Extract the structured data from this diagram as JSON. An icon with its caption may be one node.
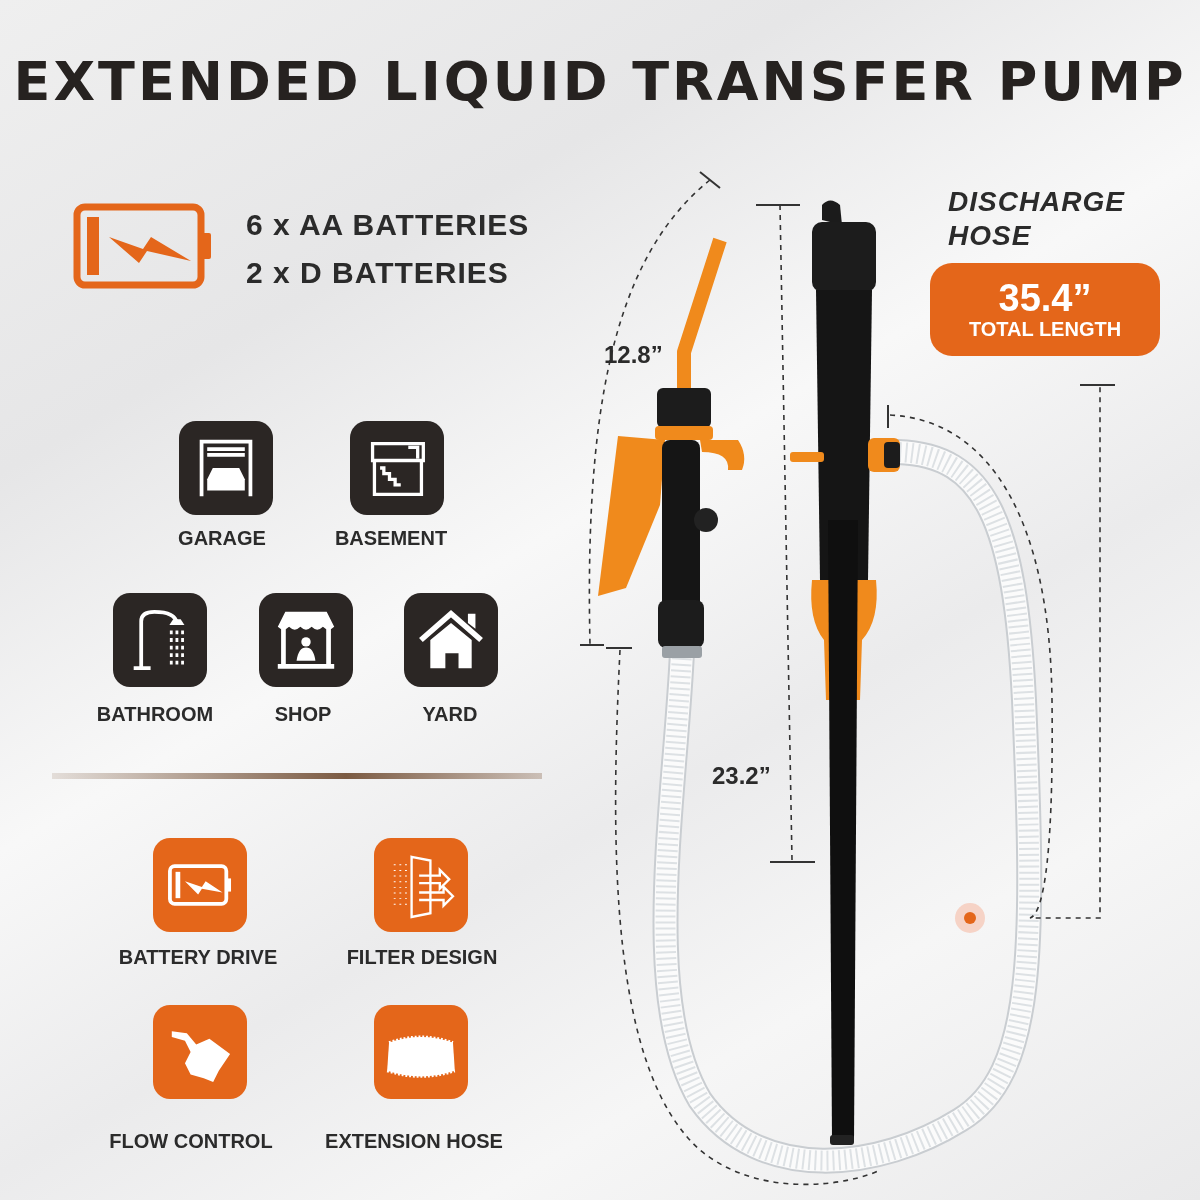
{
  "diagram": {
    "title": "EXTENDED LIQUID TRANSFER PUMP",
    "nodes": [
      {
        "text": [
          "35.4”",
          "TOTAL LENGTH"
        ],
        "beside": [
          "DISCHARGE HOSE"
        ]
      }
    ],
    "labels": [
      "6 x AA BATTERIES",
      "2 x D BATTERIES",
      "12.8”",
      "GARAGE",
      "BASEMENT",
      "BATHROOM",
      "SHOP",
      "YARD",
      "23.2”",
      "BATTERY DRIVE",
      "FILTER DESIGN",
      "FLOW CONTROL",
      "EXTENSION HOSE"
    ]
  }
}
